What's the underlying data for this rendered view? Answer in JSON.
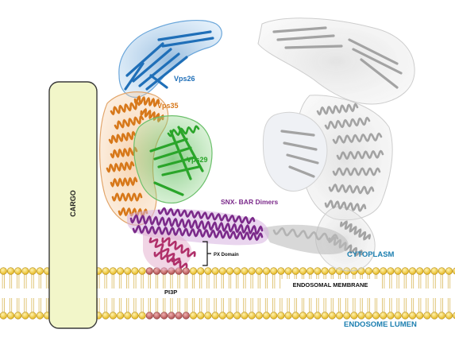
{
  "labels": {
    "vps26": "Vps26",
    "vps35": "Vps35",
    "vps29": "Vps29",
    "cargo": "CARGO",
    "snx_bar": "SNX- BAR Dimers",
    "px_domain": "PX Domain",
    "cytoplasm": "CYTOPLASM",
    "membrane": "ENDOSOMAL MEMBRANE",
    "pi3p": "PI3P",
    "lumen": "ENDOSOME LUMEN"
  },
  "colors": {
    "vps26": "#1f6fb8",
    "vps35": "#d7781a",
    "vps29": "#2aa52a",
    "snx_bar": "#7b2a8a",
    "px_domain": "#b0306a",
    "ghost_complex": "#9a9a9a",
    "cargo_fill": "#f2f6c9",
    "lipid_head": "#f3cf3a",
    "pi3p_head": "#c46a6a",
    "compartment_label": "#1c7fb0"
  }
}
